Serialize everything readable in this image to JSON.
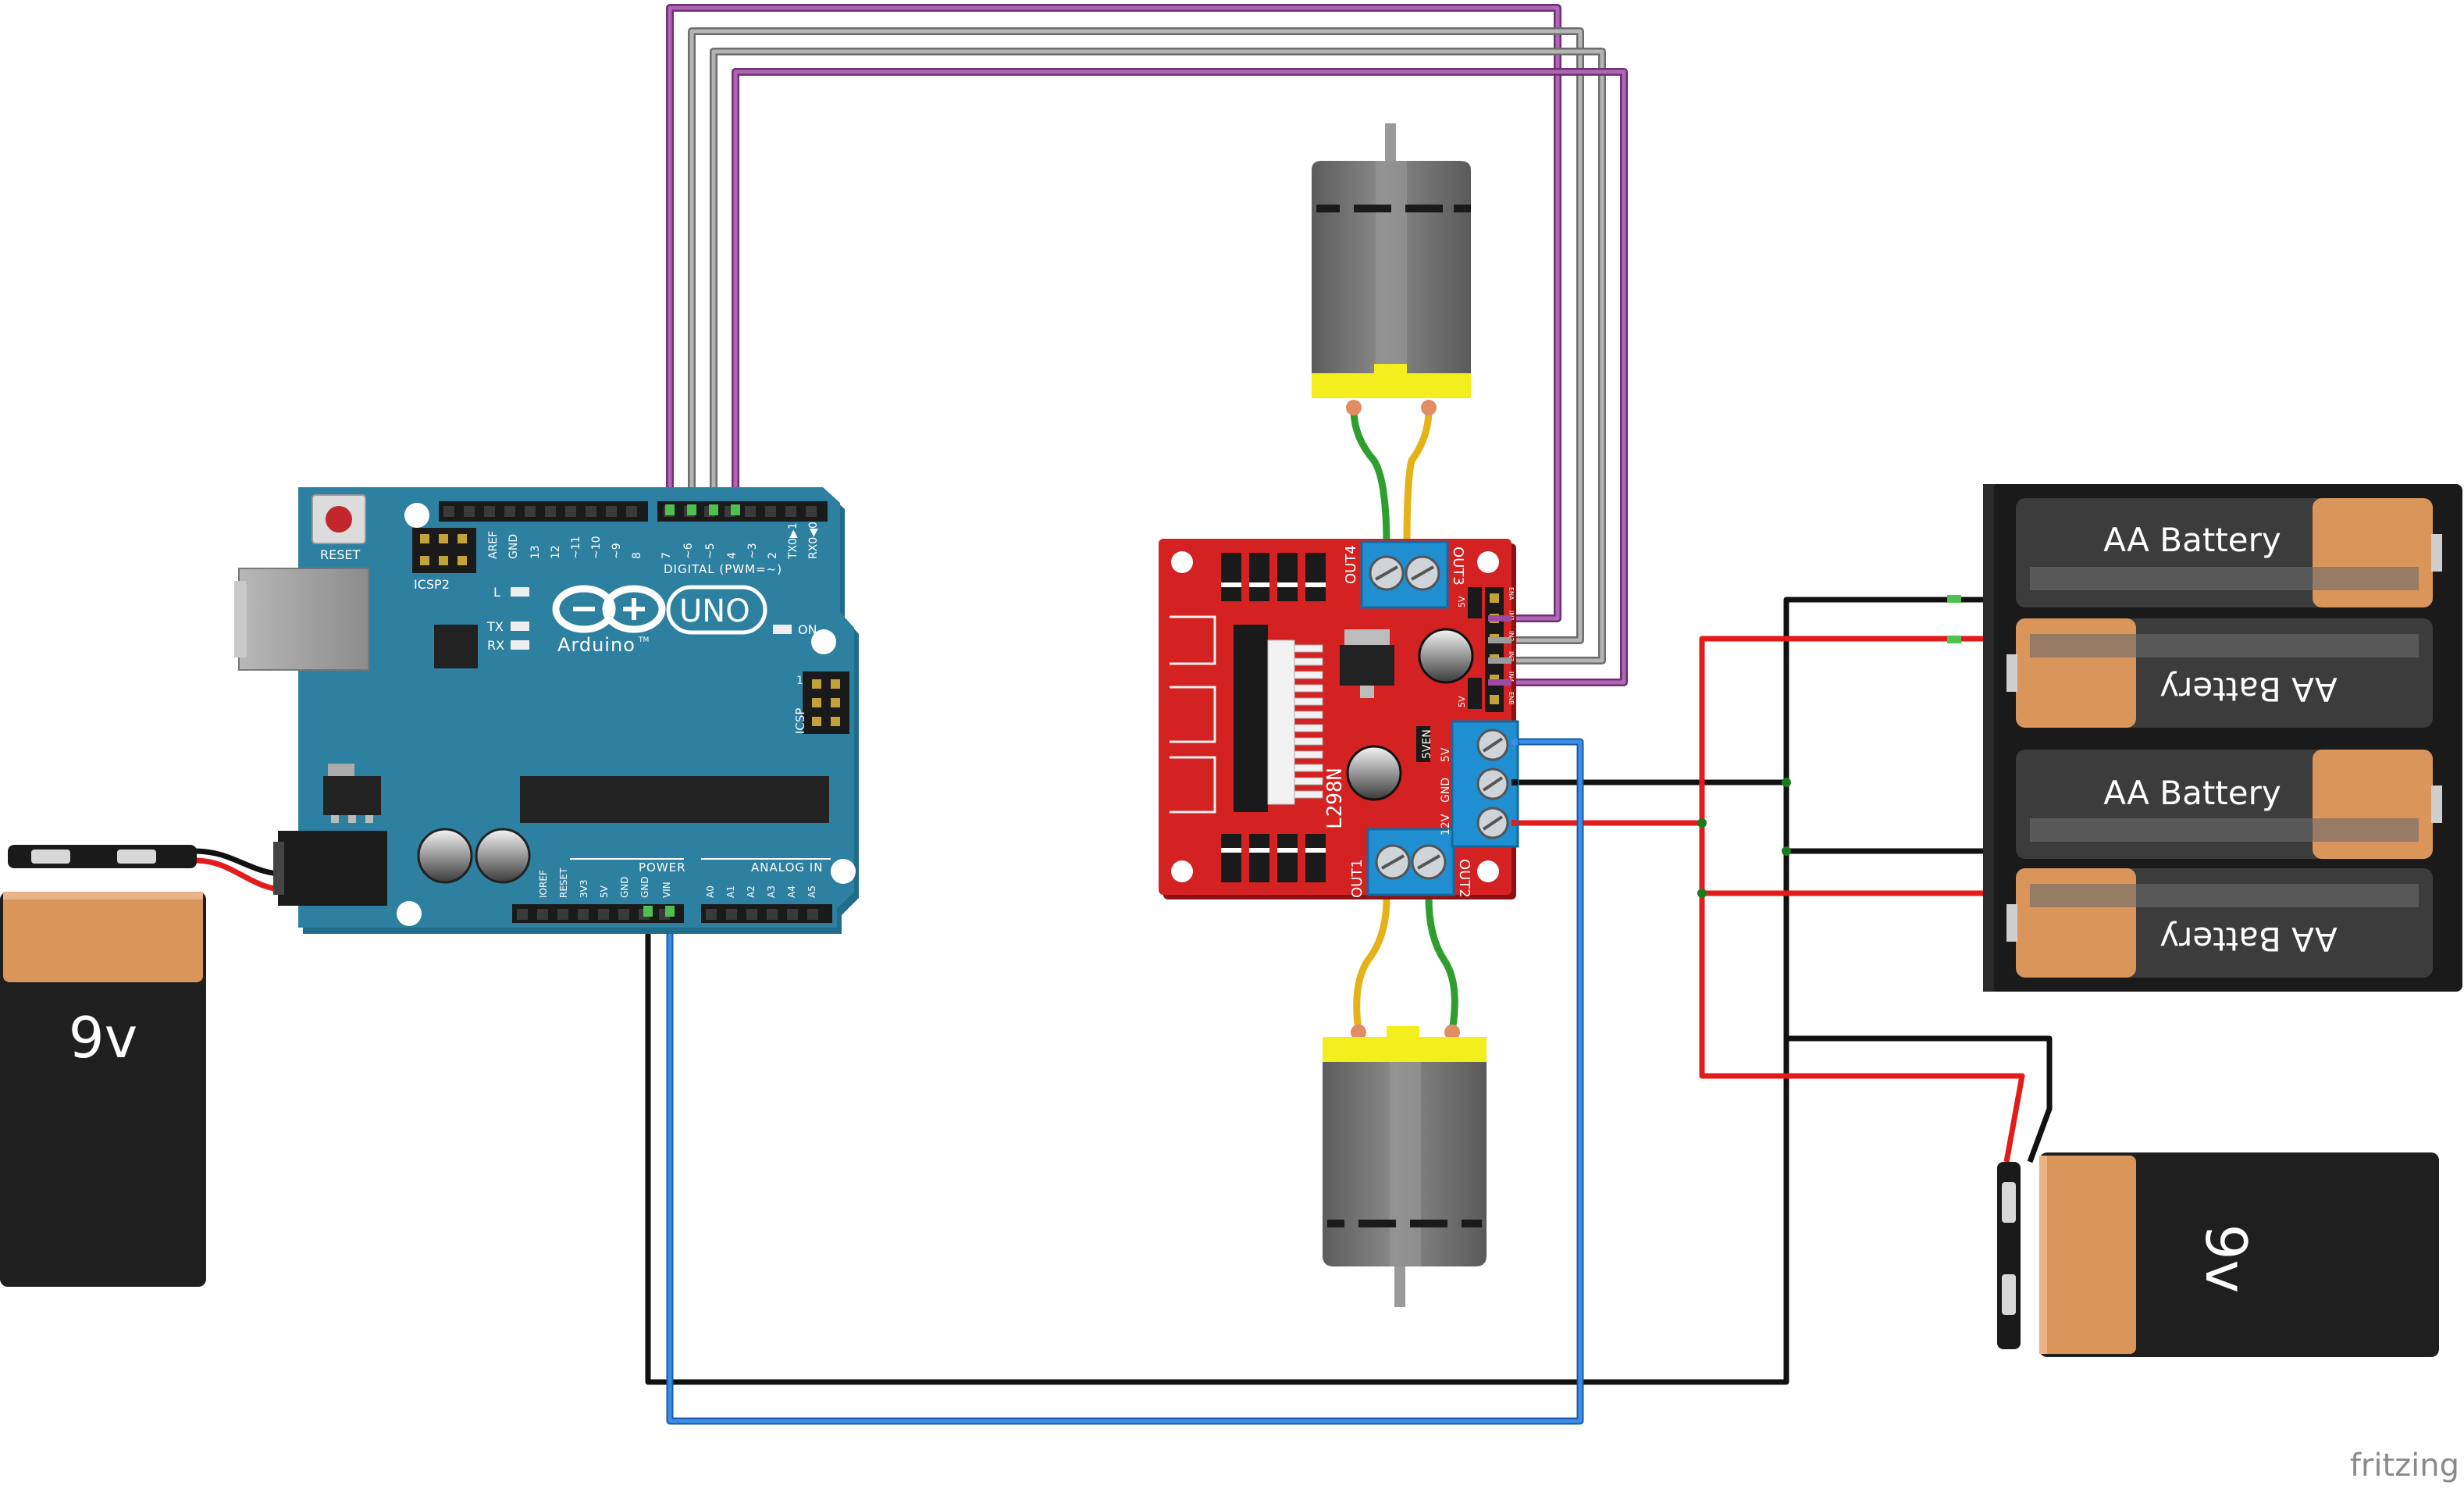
{
  "colors": {
    "arduino_board": "#2e7f9e",
    "arduino_edge": "#1c6681",
    "driver_board": "#d31f1f",
    "terminal_blue": "#1f8fd1",
    "motor_gray": "#707070",
    "motor_cap": "#f4ee1f",
    "battery_body": "#333333",
    "battery_copper": "#d9955a",
    "wire_purple": "#9a4aa0",
    "wire_gray": "#9b9b9b",
    "wire_black": "#111111",
    "wire_red": "#e31b1b",
    "wire_blue": "#2f7ed8",
    "wire_green": "#3cb43c",
    "wire_yellow": "#f2c21a"
  },
  "arduino": {
    "reset": "RESET",
    "icsp2": "ICSP2",
    "icsp": "ICSP",
    "aref": "AREF",
    "gnd": "GND",
    "digital_pins": [
      "13",
      "12",
      "~11",
      "~10",
      "~9",
      "8",
      "7",
      "~6",
      "~5",
      "4",
      "~3",
      "2",
      "TX0▶1",
      "RX0◀0"
    ],
    "digital_label": "DIGITAL (PWM=~)",
    "led_l": "L",
    "led_tx": "TX",
    "led_rx": "RX",
    "uno": "UNO",
    "brand": "Arduino",
    "tm": "TM",
    "on": "ON",
    "icsp_one": "1",
    "power_pins": [
      "IOREF",
      "RESET",
      "3V3",
      "5V",
      "GND",
      "GND",
      "VIN"
    ],
    "power_label": "POWER",
    "analog_pins": [
      "A0",
      "A1",
      "A2",
      "A3",
      "A4",
      "A5"
    ],
    "analog_label": "ANALOG IN"
  },
  "driver": {
    "out4": "OUT4",
    "out3": "OUT3",
    "out1": "OUT1",
    "out2": "OUT2",
    "chip": "L298N",
    "v5en": "5VEN",
    "v12": "12V",
    "gnd": "GND",
    "v5": "5V",
    "ena": "ENA",
    "enb": "ENB",
    "in1": "IN1",
    "in2": "IN2",
    "in3": "IN3",
    "in4": "IN4"
  },
  "battery_left": {
    "label": "9v"
  },
  "battery_right": {
    "label": "9v"
  },
  "aa_pack": {
    "cells": [
      "AA Battery",
      "AA Battery",
      "AA Battery",
      "AA Battery"
    ]
  },
  "watermark": "fritzing"
}
